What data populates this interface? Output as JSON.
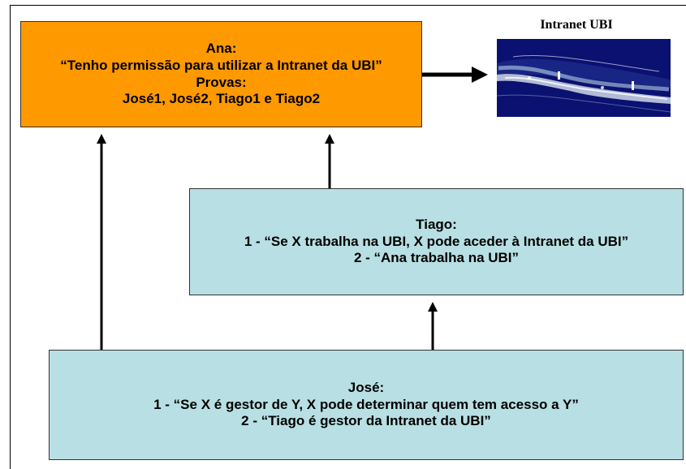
{
  "ana": {
    "name": "Ana:",
    "claim": "“Tenho permissão para utilizar a Intranet da UBI”",
    "proofs_label": "Provas:",
    "proofs": "José1, José2, Tiago1 e Tiago2"
  },
  "intranet": {
    "caption": "Intranet UBI"
  },
  "tiago": {
    "name": "Tiago:",
    "line1": "1 - “Se X trabalha na UBI, X pode aceder à Intranet da UBI”",
    "line2": "2 - “Ana trabalha na UBI”"
  },
  "jose": {
    "name": "José:",
    "line1": "1 - “Se X é gestor de Y, X pode determinar quem tem acesso a Y”",
    "line2": "2 - “Tiago é gestor da Intranet da UBI”"
  },
  "colors": {
    "ana_box": "#ff9900",
    "statement_box": "#b8dfe3",
    "intranet_bg": "#0a1170"
  }
}
